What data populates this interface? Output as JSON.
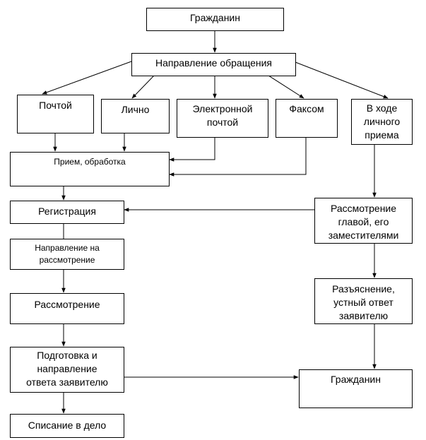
{
  "diagram": {
    "nodes": {
      "citizen_top": "Гражданин",
      "appeal_direction": "Направление обращения",
      "by_mail": "Почтой",
      "in_person": "Лично",
      "by_email": "Электронной\nпочтой",
      "by_fax": "Факсом",
      "personal_reception": "В ходе\nличного\nприема",
      "receipt_processing": "Прием, обработка",
      "registration": "Регистрация",
      "referral_for_review": "Направление на\nрассмотрение",
      "review": "Рассмотрение",
      "prepare_response": "Подготовка и\nнаправление\nответа заявителю",
      "archive": "Списание в дело",
      "review_by_head": "Рассмотрение\nглавой, его\nзаместителями",
      "oral_response": "Разъяснение,\nустный ответ\nзаявителю",
      "citizen_bottom": "Гражданин"
    },
    "edges": [
      [
        "citizen_top",
        "appeal_direction"
      ],
      [
        "appeal_direction",
        "by_mail"
      ],
      [
        "appeal_direction",
        "in_person"
      ],
      [
        "appeal_direction",
        "by_email"
      ],
      [
        "appeal_direction",
        "by_fax"
      ],
      [
        "appeal_direction",
        "personal_reception"
      ],
      [
        "by_mail",
        "receipt_processing"
      ],
      [
        "in_person",
        "receipt_processing"
      ],
      [
        "by_email",
        "receipt_processing"
      ],
      [
        "by_fax",
        "receipt_processing"
      ],
      [
        "receipt_processing",
        "registration"
      ],
      [
        "registration",
        "referral_for_review"
      ],
      [
        "referral_for_review",
        "review"
      ],
      [
        "review",
        "prepare_response"
      ],
      [
        "prepare_response",
        "archive"
      ],
      [
        "prepare_response",
        "citizen_bottom"
      ],
      [
        "personal_reception",
        "review_by_head"
      ],
      [
        "review_by_head",
        "registration"
      ],
      [
        "review_by_head",
        "oral_response"
      ],
      [
        "oral_response",
        "citizen_bottom"
      ]
    ]
  }
}
